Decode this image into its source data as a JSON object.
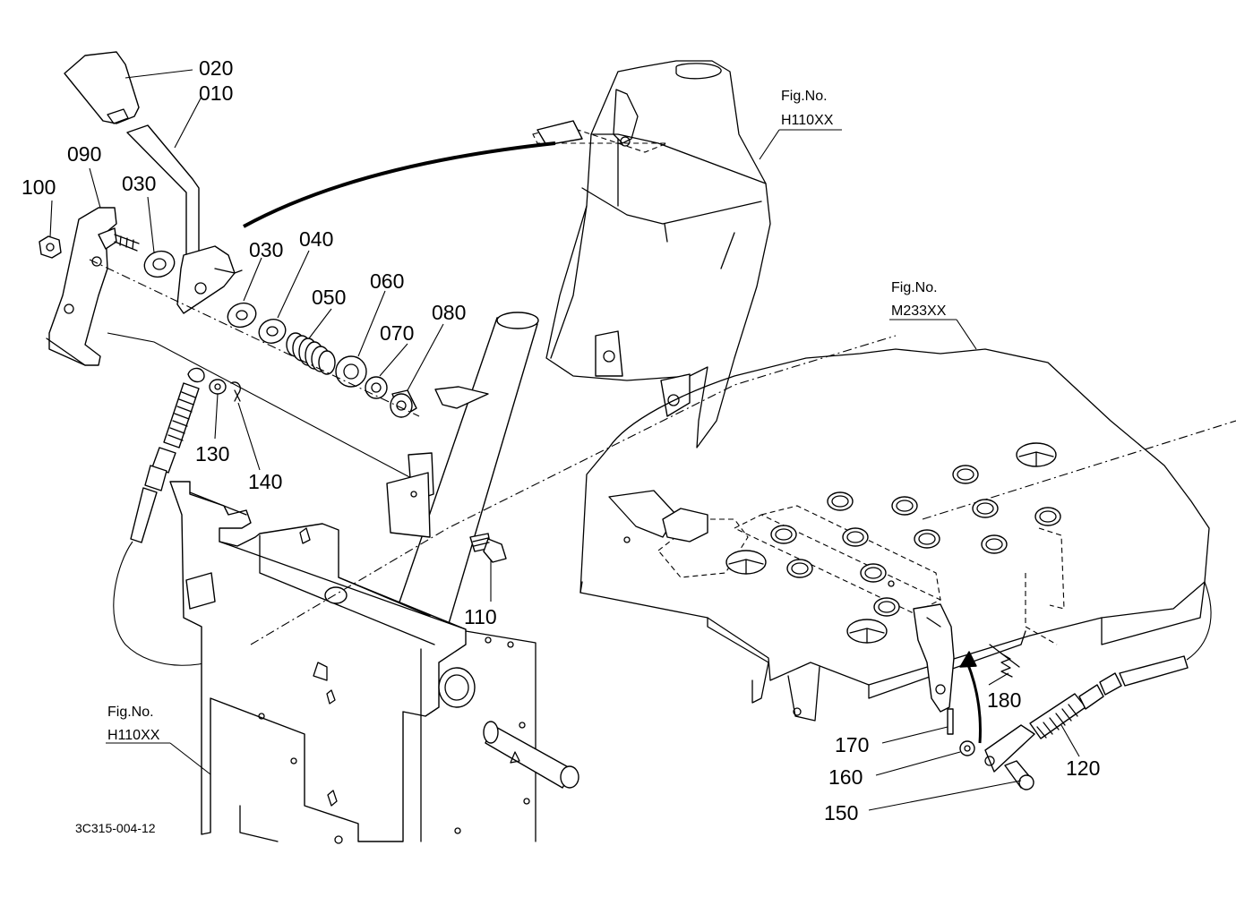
{
  "diagram": {
    "callouts": {
      "c020": "020",
      "c010": "010",
      "c090": "090",
      "c100": "100",
      "c030a": "030",
      "c030b": "030",
      "c040": "040",
      "c050": "050",
      "c060": "060",
      "c070": "070",
      "c080": "080",
      "c130": "130",
      "c140": "140",
      "c110": "110",
      "c180": "180",
      "c170": "170",
      "c160": "160",
      "c120": "120",
      "c150": "150"
    },
    "fig_refs": {
      "top": {
        "label": "Fig.No.",
        "number": "H110XX"
      },
      "right": {
        "label": "Fig.No.",
        "number": "M233XX"
      },
      "left": {
        "label": "Fig.No.",
        "number": "H110XX"
      }
    },
    "drawing_code": "3C315-004-12"
  }
}
